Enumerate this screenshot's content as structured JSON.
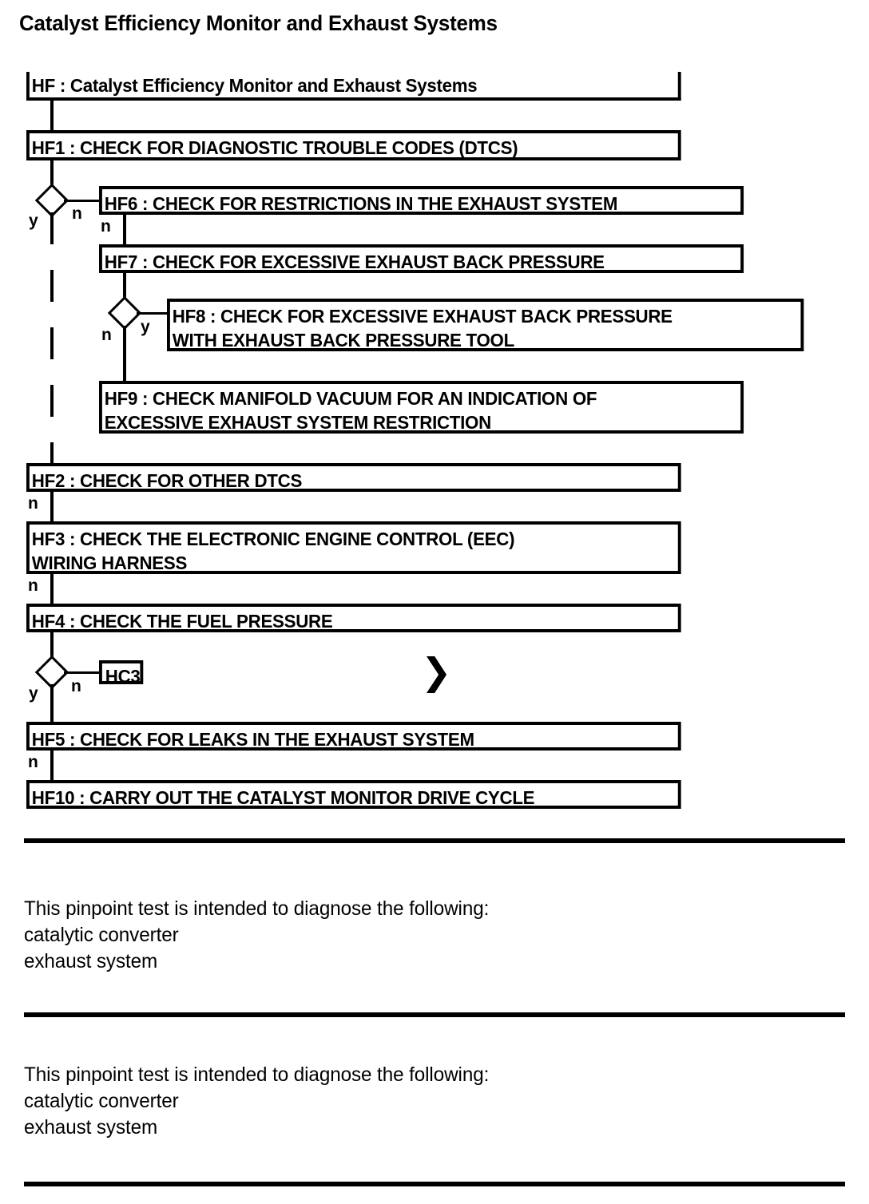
{
  "page": {
    "title": "Catalyst Efficiency Monitor and Exhaust Systems"
  },
  "flowchart": {
    "type": "diagnostic-pinpoint-test-flow",
    "nodes": [
      {
        "id": "HF",
        "label": "HF : Catalyst Efficiency Monitor and Exhaust Systems"
      },
      {
        "id": "HF1",
        "label": "HF1 : CHECK FOR DIAGNOSTIC TROUBLE CODES (DTCS)"
      },
      {
        "id": "HF6",
        "label": "HF6 : CHECK FOR RESTRICTIONS IN THE EXHAUST SYSTEM"
      },
      {
        "id": "HF7",
        "label": "HF7 : CHECK FOR EXCESSIVE EXHAUST BACK PRESSURE"
      },
      {
        "id": "HF8",
        "label": "HF8 : CHECK FOR EXCESSIVE EXHAUST BACK PRESSURE\nWITH EXHAUST BACK PRESSURE TOOL"
      },
      {
        "id": "HF9",
        "label": "HF9 : CHECK MANIFOLD VACUUM FOR AN INDICATION OF\nEXCESSIVE EXHAUST SYSTEM RESTRICTION"
      },
      {
        "id": "HF2",
        "label": "HF2 : CHECK FOR OTHER DTCS"
      },
      {
        "id": "HF3",
        "label": "HF3 : CHECK THE ELECTRONIC ENGINE CONTROL (EEC)\nWIRING HARNESS"
      },
      {
        "id": "HF4",
        "label": "HF4 : CHECK THE FUEL PRESSURE"
      },
      {
        "id": "HC3",
        "label": "HC3"
      },
      {
        "id": "HF5",
        "label": "HF5 : CHECK FOR LEAKS IN THE EXHAUST SYSTEM"
      },
      {
        "id": "HF10",
        "label": "HF10 : CARRY OUT THE CATALYST MONITOR DRIVE CYCLE"
      }
    ],
    "branch_labels": {
      "d1_yes": "y",
      "d1_no": "n",
      "hf6_no": "n",
      "d2_no": "n",
      "d2_yes": "y",
      "hf2_no": "n",
      "hf3_no": "n",
      "d3_yes": "y",
      "d3_no": "n",
      "hf5_no": "n"
    },
    "chevron_marker": "❯"
  },
  "notes": [
    {
      "text": "This pinpoint test is intended to diagnose the following:\ncatalytic converter\nexhaust system"
    },
    {
      "text": "This pinpoint test is intended to diagnose the following:\ncatalytic converter\nexhaust system"
    }
  ],
  "colors": {
    "ink": "#000000",
    "paper": "#ffffff"
  }
}
